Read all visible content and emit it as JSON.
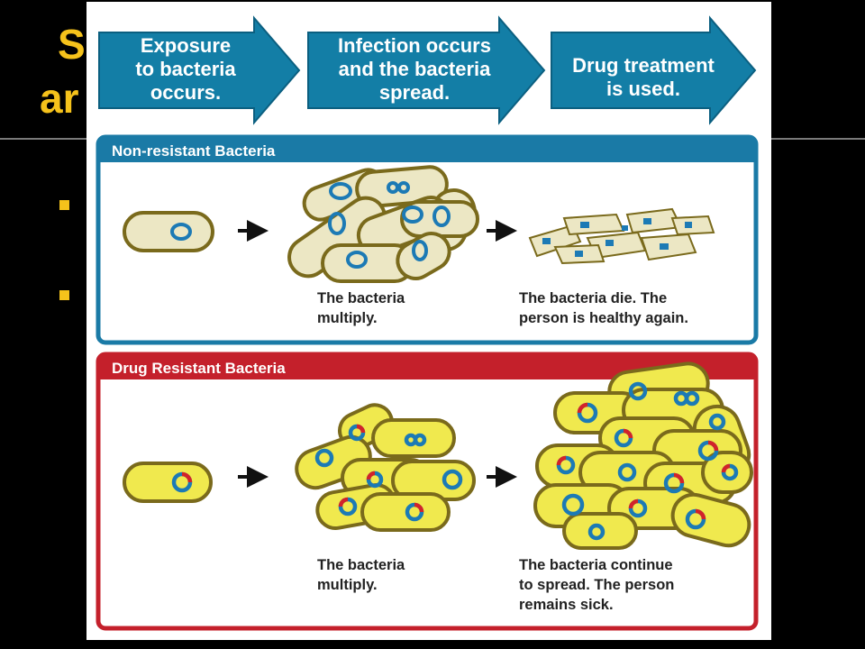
{
  "slide": {
    "title_line1": "S                                                  e",
    "title_line2": "ar                                                    s?"
  },
  "diagram": {
    "steps": [
      {
        "line1": "Exposure",
        "line2": "to bacteria",
        "line3": "occurs."
      },
      {
        "line1": "Infection occurs",
        "line2": "and the bacteria",
        "line3": "spread."
      },
      {
        "line1": "Drug treatment",
        "line2": "is used."
      }
    ],
    "non_resistant": {
      "title": "Non-resistant Bacteria",
      "caption_multiply_1": "The bacteria",
      "caption_multiply_2": "multiply.",
      "caption_result_1": "The bacteria die. The",
      "caption_result_2": "person is healthy again."
    },
    "resistant": {
      "title": "Drug Resistant Bacteria",
      "caption_multiply_1": "The bacteria",
      "caption_multiply_2": "multiply.",
      "caption_result_1": "The bacteria continue",
      "caption_result_2": "to spread. The person",
      "caption_result_3": "remains sick."
    },
    "colors": {
      "step_blue": "#137ea6",
      "panel_blue": "#1a7aa6",
      "panel_red": "#c4202b",
      "cell_tan": "#ece7c4",
      "cell_yellow": "#f0e94e",
      "cell_outline": "#7a6a1c",
      "ring_blue": "#1c7ab5",
      "ring_red": "#d2232a"
    }
  }
}
